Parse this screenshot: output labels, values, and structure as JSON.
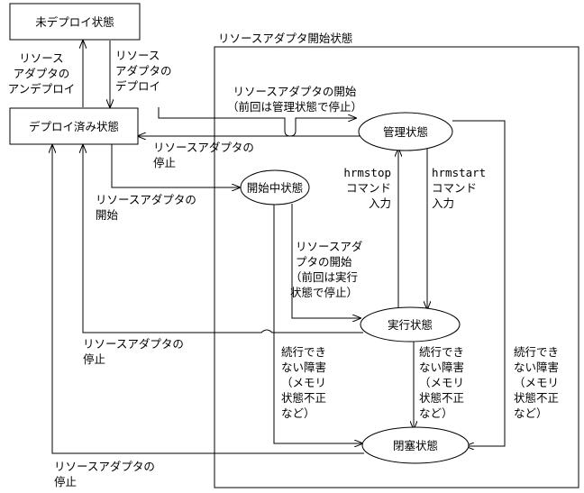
{
  "states": {
    "undeployed": "未デプロイ状態",
    "deployed": "デプロイ済み状態",
    "starting": "開始中状態",
    "managed": "管理状態",
    "running": "実行状態",
    "blocked": "閉塞状態"
  },
  "region_label": "リソースアダプタ開始状態",
  "transitions": {
    "undeploy": [
      "リソース",
      "アダプタの",
      "アンデプロイ"
    ],
    "deploy": [
      "リソース",
      "アダプタの",
      "デプロイ"
    ],
    "start_from_managed": [
      "リソースアダプタの開始",
      "（前回は管理状態で停止）"
    ],
    "stop_from_managed": [
      "リソースアダプタの",
      "停止"
    ],
    "start": [
      "リソースアダプタの",
      "開始"
    ],
    "hrmstop": [
      "hrmstop",
      "コマンド",
      "入力"
    ],
    "hrmstart": [
      "hrmstart",
      "コマンド",
      "入力"
    ],
    "start_from_running": [
      "リソースアダ",
      "プタの開始",
      "（前回は実行",
      "状態で停止）"
    ],
    "stop_from_running": [
      "リソースアダプタの",
      "停止"
    ],
    "fault_from_starting": [
      "続行でき",
      "ない障害",
      "（メモリ",
      "状態不正",
      "など）"
    ],
    "fault_from_running": [
      "続行でき",
      "ない障害",
      "（メモリ",
      "状態不正",
      "など）"
    ],
    "fault_from_managed": [
      "続行でき",
      "ない障害",
      "（メモリ",
      "状態不正",
      "など）"
    ],
    "stop_from_blocked": [
      "リソースアダプタの",
      "停止"
    ]
  }
}
